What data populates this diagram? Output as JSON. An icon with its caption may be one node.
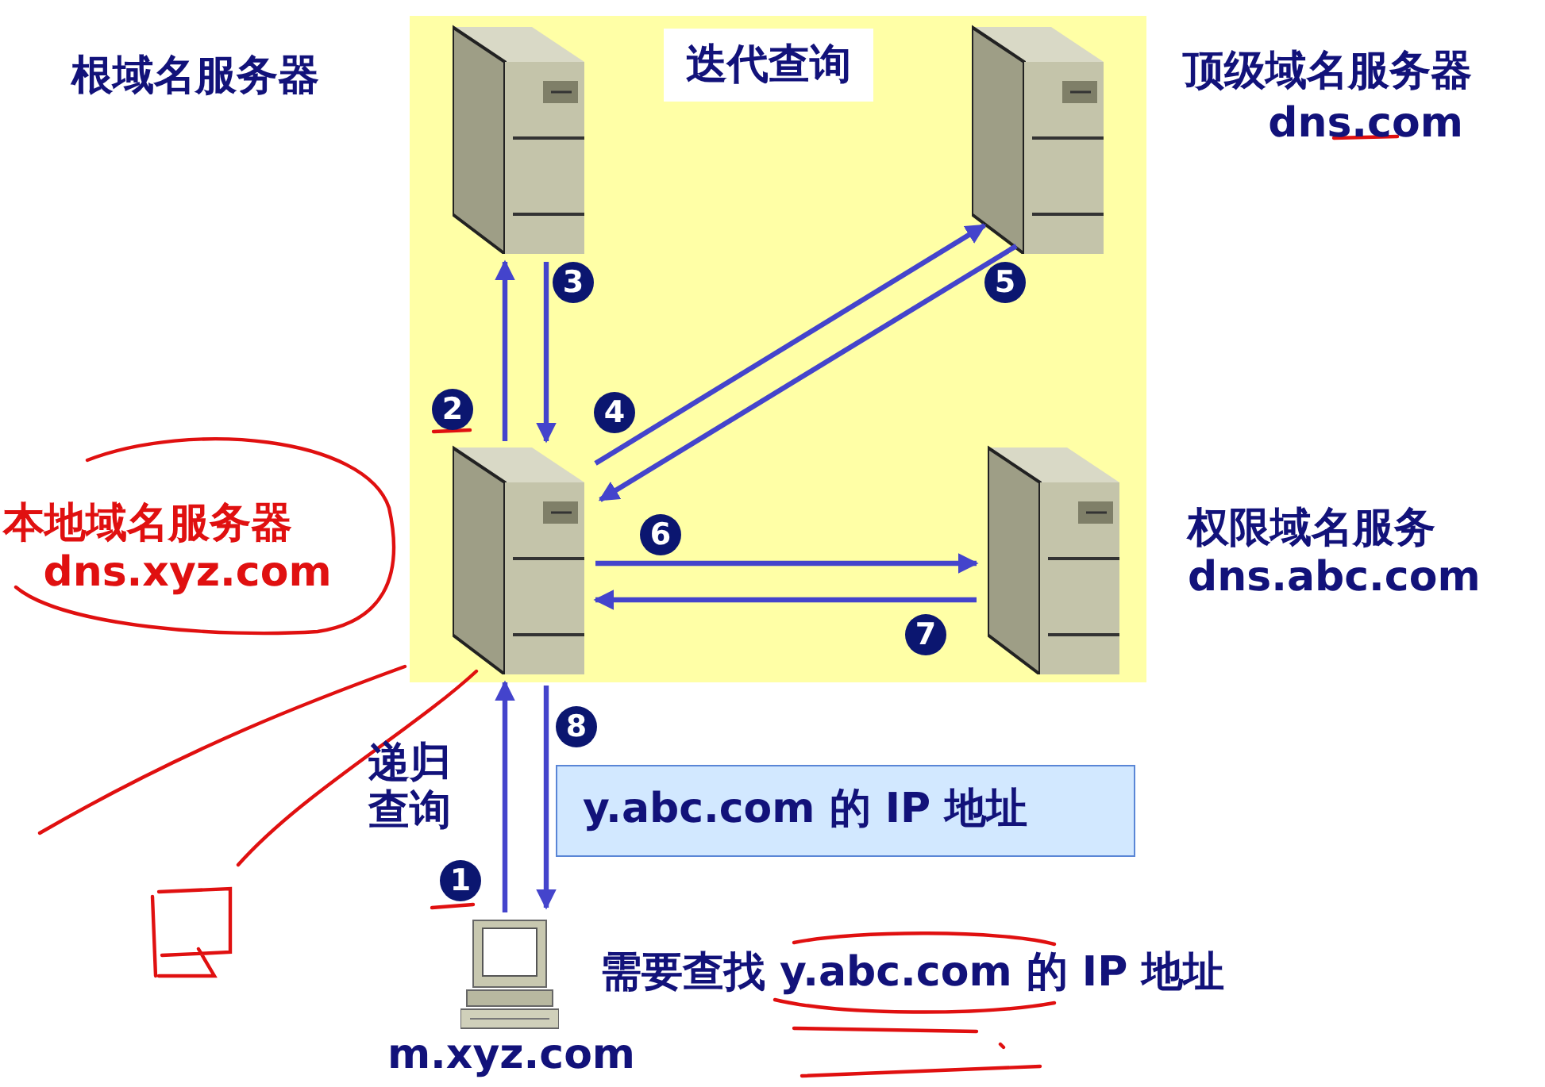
{
  "diagram": {
    "nodes": [
      {
        "text": [
          "迭代查询"
        ]
      },
      {
        "text": [],
        "shape": "picture",
        "in": 0,
        "beside": [
          "根域名服务器"
        ]
      },
      {
        "text": [],
        "shape": "picture",
        "in": 0,
        "beside": [
          "顶级域名服务器",
          "dns.com"
        ]
      },
      {
        "text": [],
        "shape": "picture",
        "in": 0,
        "beside": [
          "本地域名服务器",
          "dns.xyz.com"
        ]
      },
      {
        "text": [],
        "shape": "picture",
        "in": 0,
        "beside": [
          "权限域名服务",
          "dns.abc.com"
        ]
      },
      {
        "text": [],
        "shape": "picture",
        "beside": [
          "需要查找 y.abc.com 的 IP 地址",
          "m.xyz.com"
        ]
      },
      {
        "text": [
          "y.abc.com 的 IP 地址"
        ]
      }
    ],
    "edges": [
      {
        "from": 5,
        "to": 3,
        "arrow": "to",
        "label": "1"
      },
      {
        "from": 3,
        "to": 1,
        "arrow": "to",
        "label": "2"
      },
      {
        "from": 1,
        "to": 3,
        "arrow": "to",
        "label": "3"
      },
      {
        "from": 3,
        "to": 2,
        "arrow": "to",
        "label": "4"
      },
      {
        "from": 2,
        "to": 3,
        "arrow": "to",
        "label": "5"
      },
      {
        "from": 3,
        "to": 4,
        "arrow": "to",
        "label": "6"
      },
      {
        "from": 4,
        "to": 3,
        "arrow": "to",
        "label": "7"
      },
      {
        "from": 3,
        "to": 5,
        "arrow": "to",
        "label": "8"
      }
    ],
    "labels": [
      "递归查询"
    ]
  }
}
